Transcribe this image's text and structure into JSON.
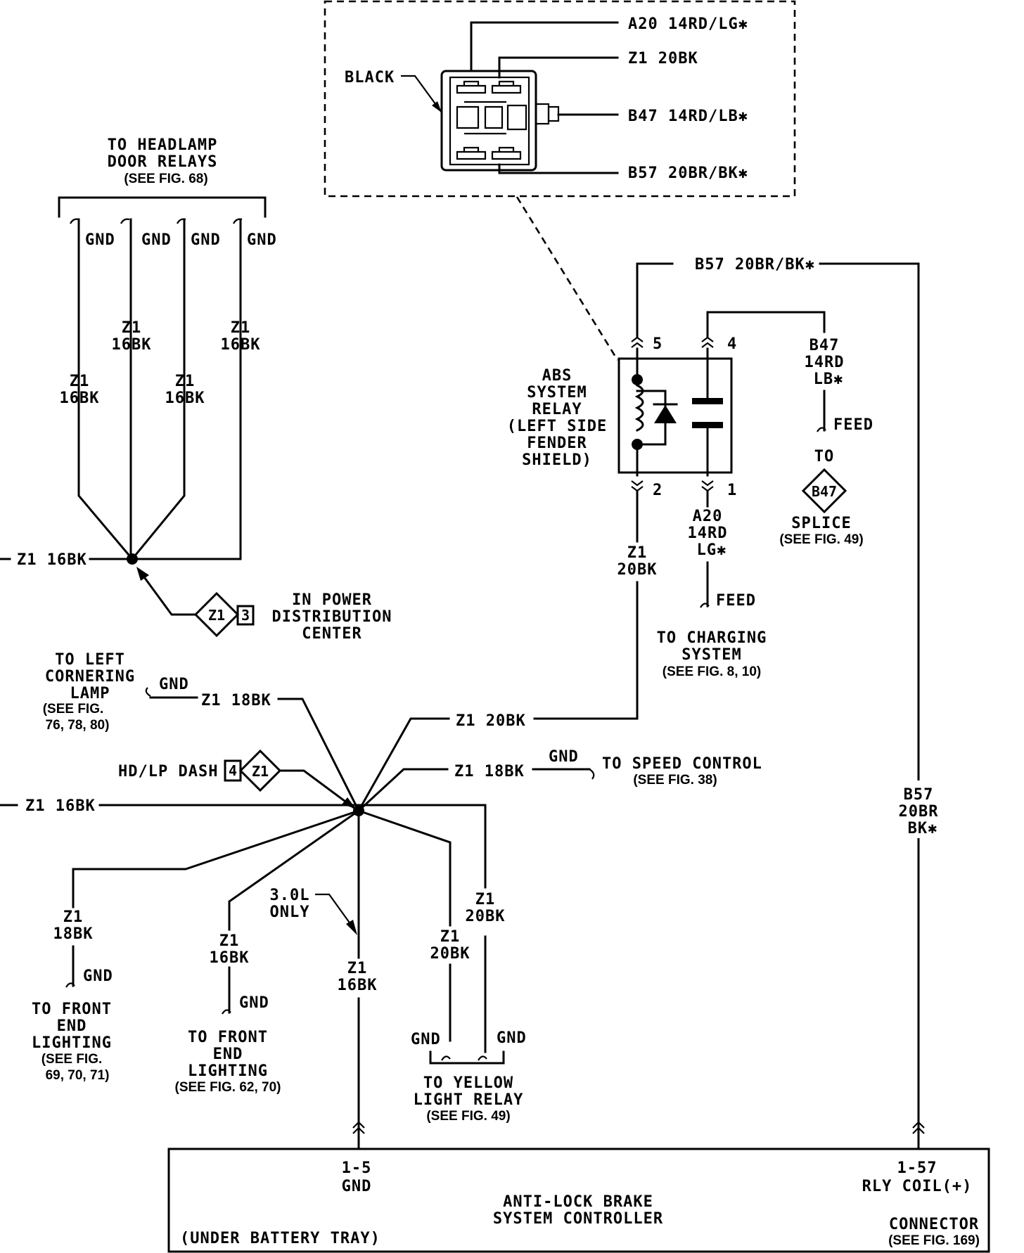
{
  "inset": {
    "black_label": "BLACK",
    "wires": [
      "A20 14RD/LG✱",
      "Z1 20BK",
      "B47 14RD/LB✱",
      "B57 20BR/BK✱"
    ]
  },
  "headlamp": {
    "title_line1": "TO HEADLAMP",
    "title_line2": "DOOR RELAYS",
    "title_ref": "(SEE FIG. 68)",
    "gnd": "GND",
    "wire_z1": "Z1",
    "wire_16bk": "16BK",
    "main_wire": "Z1 16BK"
  },
  "pdc": {
    "splice_id": "Z1",
    "cavity": "3",
    "line1": "IN POWER",
    "line2": "DISTRIBUTION",
    "line3": "CENTER"
  },
  "relay": {
    "top_wire": "B57 20BR/BK✱",
    "pin5": "5",
    "pin4": "4",
    "pin2": "2",
    "pin1": "1",
    "name_lines": [
      "ABS",
      "SYSTEM",
      "RELAY",
      "(LEFT SIDE",
      "FENDER",
      "SHIELD)"
    ],
    "b47_lines": [
      "B47",
      "14RD",
      "LB✱"
    ],
    "feed": "FEED",
    "to": "TO",
    "splice_id": "B47",
    "splice": "SPLICE",
    "splice_ref": "(SEE FIG. 49)",
    "pin2_wire": [
      "Z1",
      "20BK"
    ],
    "pin1_wire": [
      "A20",
      "14RD",
      "LG✱"
    ],
    "charging_lines": [
      "TO CHARGING",
      "SYSTEM"
    ],
    "charging_ref": "(SEE FIG. 8, 10)"
  },
  "ground_hub": {
    "cornering_lines": [
      "TO LEFT",
      "CORNERING",
      "LAMP"
    ],
    "cornering_ref": [
      "(SEE FIG.",
      "76, 78, 80)"
    ],
    "gnd": "GND",
    "z1_18bk": "Z1 18BK",
    "z1_20bk": "Z1 20BK",
    "hdlp_dash": "HD/LP DASH",
    "dash_cavity": "4",
    "dash_splice": "Z1",
    "z1_18bk_speed": "Z1 18BK",
    "speed_control": "TO SPEED CONTROL",
    "speed_ref": "(SEE FIG. 38)",
    "main_wire": "Z1 16BK",
    "z1": "Z1",
    "w18bk": "18BK",
    "w16bk": "16BK",
    "w20bk": "20BK",
    "front_end_1": [
      "TO FRONT",
      "END",
      "LIGHTING"
    ],
    "front_end_1_ref": [
      "(SEE FIG.",
      "69, 70, 71)"
    ],
    "front_end_2": [
      "TO FRONT",
      "END",
      "LIGHTING"
    ],
    "front_end_2_ref": "(SEE FIG. 62, 70)",
    "engine_note": [
      "3.0L",
      "ONLY"
    ],
    "yellow_lines": [
      "TO YELLOW",
      "LIGHT RELAY"
    ],
    "yellow_ref": "(SEE FIG. 49)"
  },
  "right_wire": [
    "B57",
    "20BR",
    "BK✱"
  ],
  "controller": {
    "pin_left": "1-5",
    "pin_left_name": "GND",
    "pin_right": "1-57",
    "pin_right_name": "RLY COIL(+)",
    "title_line1": "ANTI-LOCK BRAKE",
    "title_line2": "SYSTEM CONTROLLER",
    "location": "(UNDER BATTERY TRAY)",
    "connector": "CONNECTOR",
    "connector_ref": "(SEE FIG. 169)"
  }
}
